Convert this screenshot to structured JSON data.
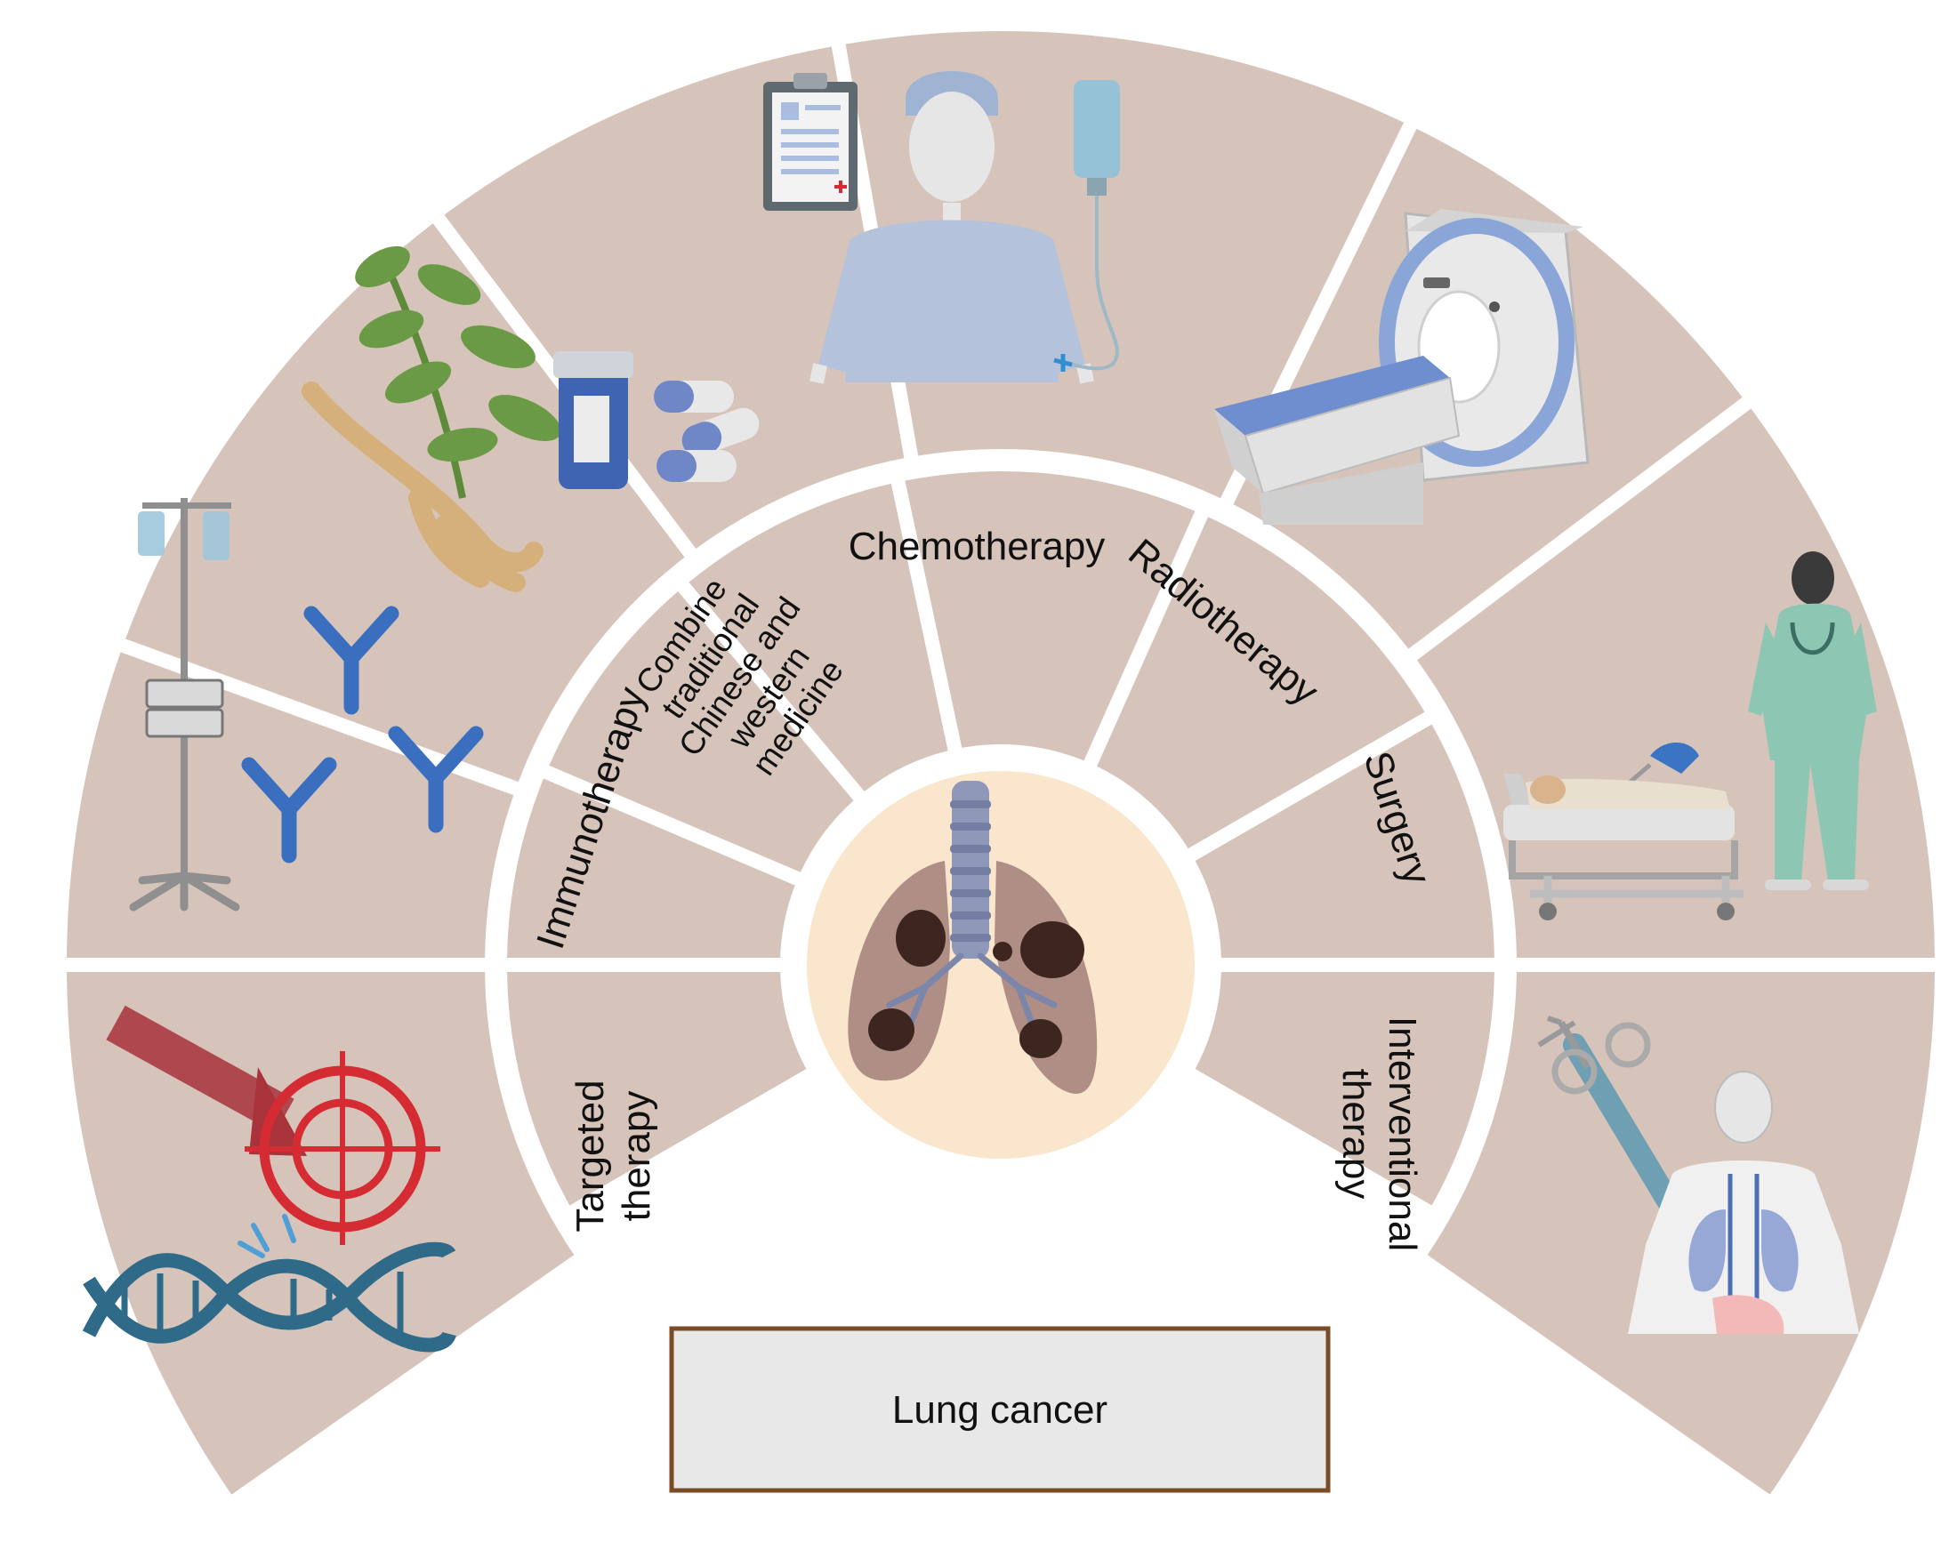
{
  "center_title": "Lung cancer",
  "treatments": [
    {
      "id": "targeted",
      "lines": [
        "Targeted",
        "therapy"
      ]
    },
    {
      "id": "immunotherapy",
      "lines": [
        "Immunotherapy"
      ]
    },
    {
      "id": "tcm",
      "lines": [
        "Combine",
        "traditional",
        "Chinese and",
        "western",
        "medicine"
      ]
    },
    {
      "id": "chemotherapy",
      "lines": [
        "Chemotherapy"
      ]
    },
    {
      "id": "radiotherapy",
      "lines": [
        "Radiotherapy"
      ]
    },
    {
      "id": "surgery",
      "lines": [
        "Surgery"
      ]
    },
    {
      "id": "interventional",
      "lines": [
        "Interventional",
        "therapy"
      ]
    }
  ],
  "icons": [
    "dna-target-icon",
    "iv-pump-antibody-icon",
    "herbal-medicine-icon",
    "chemo-patient-icon",
    "mri-scanner-icon",
    "surgeon-bed-icon",
    "needle-lung-icon",
    "lungs-tumor-icon"
  ],
  "colors": {
    "segment_fill": "#d6c4bb",
    "hub_fill": "#f9e6cc",
    "box_border": "#7a4b25",
    "box_fill": "#e8e8e8"
  }
}
